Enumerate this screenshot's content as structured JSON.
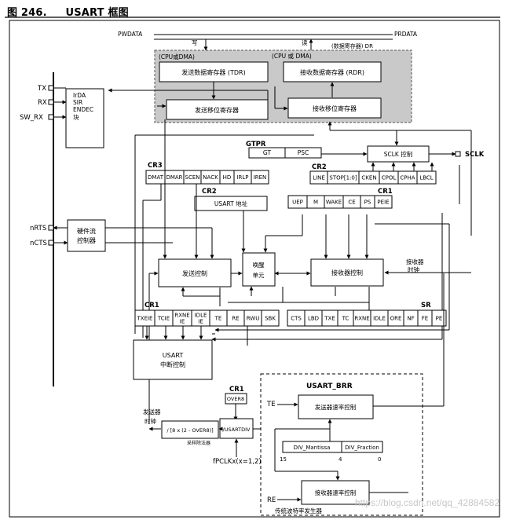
{
  "figure": {
    "number": "图 246.",
    "title": "USART 框图"
  },
  "bus": {
    "pwdata": "PWDATA",
    "prdata": "PRDATA",
    "write": "写",
    "read": "读",
    "dr": "(数据寄存器) DR",
    "cpu_dma_left": "(CPU或DMA)",
    "cpu_dma_right": "(CPU 或 DMA)"
  },
  "registers": {
    "tdr": "发送数据寄存器 (TDR)",
    "rdr": "接收数据寄存器 (RDR)",
    "tx_shift": "发送移位寄存器",
    "rx_shift": "接收移位寄存器"
  },
  "pins": {
    "tx": "TX",
    "rx": "RX",
    "sw_rx": "SW_RX",
    "nrts": "nRTS",
    "ncts": "nCTS",
    "sclk": "SCLK"
  },
  "irda": [
    "IrDA",
    "SIR",
    "ENDEC",
    "块"
  ],
  "hw_flow": [
    "硬件流",
    "控制器"
  ],
  "gtpr": {
    "label": "GTPR",
    "fields": [
      "GT",
      "PSC"
    ]
  },
  "sclk_ctrl": "SCLK 控制",
  "cr3": {
    "label": "CR3",
    "fields": [
      "DMAT",
      "DMAR",
      "SCEN",
      "NACK",
      "HD",
      "IRLP",
      "IREN"
    ]
  },
  "cr2_top": {
    "label": "CR2",
    "fields": [
      "LINE",
      "STOP[1:0]",
      "CKEN",
      "CPOL",
      "CPHA",
      "LBCL"
    ]
  },
  "cr2_addr": {
    "label": "CR2",
    "field": "USART 地址"
  },
  "cr1_top": {
    "label": "CR1",
    "fields": [
      "UEP",
      "M",
      "WAKE",
      "CE",
      "PS",
      "PEIE"
    ]
  },
  "tx_ctrl": "发送控制",
  "wakeup": [
    "唤醒",
    "单元"
  ],
  "rx_ctrl": "接收器控制",
  "rx_clock": [
    "接收器",
    "时钟"
  ],
  "cr1_mid": {
    "label": "CR1",
    "fields": [
      [
        "TXEIE"
      ],
      [
        "TCIE"
      ],
      [
        "RXNE",
        "IE"
      ],
      [
        "IDLE",
        "IE"
      ],
      [
        "TE"
      ],
      [
        "RE"
      ],
      [
        "RWU"
      ],
      [
        "SBK"
      ]
    ]
  },
  "sr": {
    "label": "SR",
    "fields": [
      "CTS",
      "LBD",
      "TXE",
      "TC",
      "RXNE",
      "IDLE",
      "ORE",
      "NF",
      "FE",
      "PE"
    ]
  },
  "irq_ctrl": [
    "USART",
    "中断控制"
  ],
  "cr1_over8": {
    "label": "CR1",
    "field": "OVER8"
  },
  "usart_brr": "USART_BRR",
  "te": "TE",
  "re": "RE",
  "tx_rate_ctrl": "发送器速率控制",
  "rx_rate_ctrl": "接收器速率控制",
  "div_mantissa": "DIV_Mantissa",
  "div_fraction": "DIV_Fraction",
  "bit_15": "15",
  "bit_4": "4",
  "bit_0": "0",
  "tx_clock": [
    "发送器",
    "时钟"
  ],
  "divider": "/ [8 x (2 - OVER8)]",
  "div_usartdiv": "/USARTDIV",
  "sampling_divider": "采样除法器",
  "fpclk": "fPCLKx(x=1,2)",
  "baud_gen": "传统波特率发生器",
  "watermark": "https://blog.csdn.net/qq_42884582"
}
